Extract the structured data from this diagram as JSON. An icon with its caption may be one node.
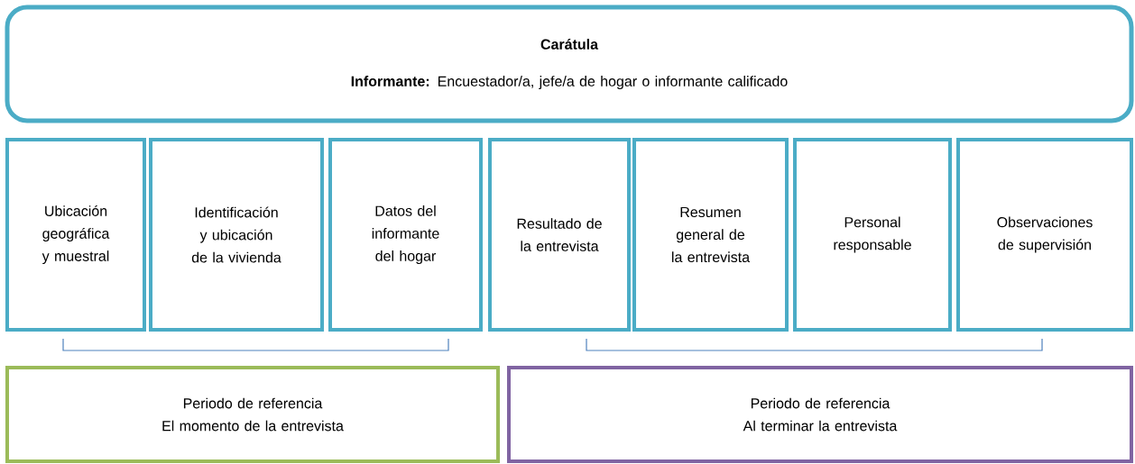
{
  "diagram": {
    "nodes": [
      {
        "text": [
          "Carátula",
          "**Informante:** Encuestador/a, jefe/a de hogar o informante calificado"
        ]
      },
      {
        "text": [
          "Ubicación geográfica y muestral"
        ]
      },
      {
        "text": [
          "Identificación y ubicación de la vivienda"
        ]
      },
      {
        "text": [
          "Datos del informante del hogar"
        ]
      },
      {
        "text": [
          "Resultado de la entrevista"
        ]
      },
      {
        "text": [
          "Resumen general de la entrevista"
        ]
      },
      {
        "text": [
          "Personal responsable"
        ]
      },
      {
        "text": [
          "Observaciones de supervisión"
        ]
      },
      {
        "text": [
          "Periodo de referencia",
          "El momento de la entrevista"
        ]
      },
      {
        "text": [
          "Periodo de referencia",
          "Al terminar la entrevista"
        ]
      }
    ]
  }
}
